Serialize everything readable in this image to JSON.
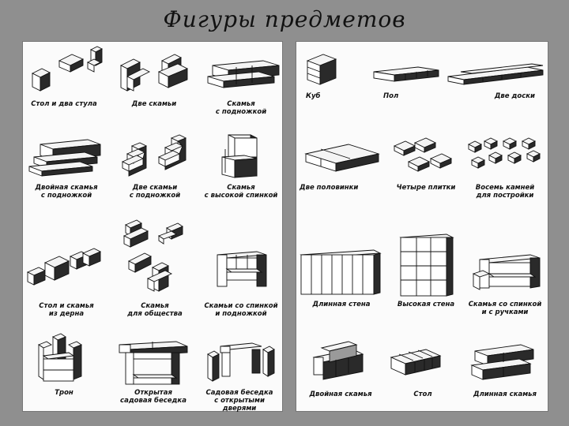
{
  "title": "Фигуры предметов",
  "left_panel": {
    "captions": [
      "Стол и два стула",
      "Две скамьи",
      "Скамья\nс подножкой",
      "Двойная скамья\nс подножкой",
      "Две скамьи\nс подножкой",
      "Скамья\nс высокой спинкой",
      "Стол и скамья\nиз дерна",
      "Скамья\nдля общества",
      "Скамьи со спинкой\nи подножкой",
      "Трон",
      "Открытая\nсадовая беседка",
      "Садовая беседка\nс открытыми дверями"
    ]
  },
  "right_panel": {
    "captions": [
      "Куб",
      "Пол",
      "Две доски",
      "Две половинки",
      "Четыре плитки",
      "Восемь камней\nдля постройки",
      "Длинная стена",
      "Высокая стена",
      "Скамья со спинкой\nи с ручками",
      "Двойная скамья",
      "Стол",
      "Длинная скамья"
    ]
  }
}
